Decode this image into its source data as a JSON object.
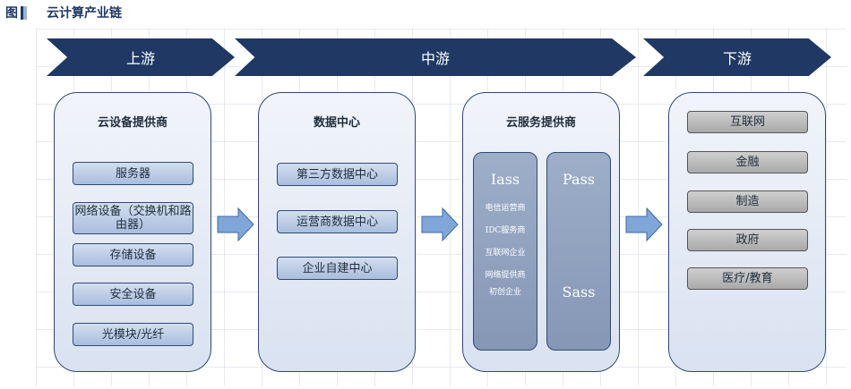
{
  "title": {
    "fig": "图",
    "text": "云计算产业链"
  },
  "stages": {
    "up": "上游",
    "mid": "中游",
    "down": "下游"
  },
  "panels": {
    "p1": {
      "title": "云设备提供商",
      "items": [
        "服务器",
        "网络设备（交换机和路由器）",
        "存储设备",
        "安全设备",
        "光模块/光纤"
      ]
    },
    "p2": {
      "title": "数据中心",
      "items": [
        "第三方数据中心",
        "运营商数据中心",
        "企业自建中心"
      ]
    },
    "p3": {
      "title": "云服务提供商",
      "col1": {
        "label": "Iass",
        "sub": [
          "电信运营商",
          "IDC服务商",
          "互联网企业",
          "网络提供商",
          "初创企业"
        ]
      },
      "col2": {
        "label_top": "Pass",
        "label_bottom": "Sass"
      }
    },
    "p4": {
      "items": [
        "互联网",
        "金融",
        "制造",
        "政府",
        "医疗/教育"
      ]
    }
  },
  "colors": {
    "stage": "#1f3864",
    "arrow": "#7fa6d6",
    "panel_border": "#2f4a74"
  }
}
